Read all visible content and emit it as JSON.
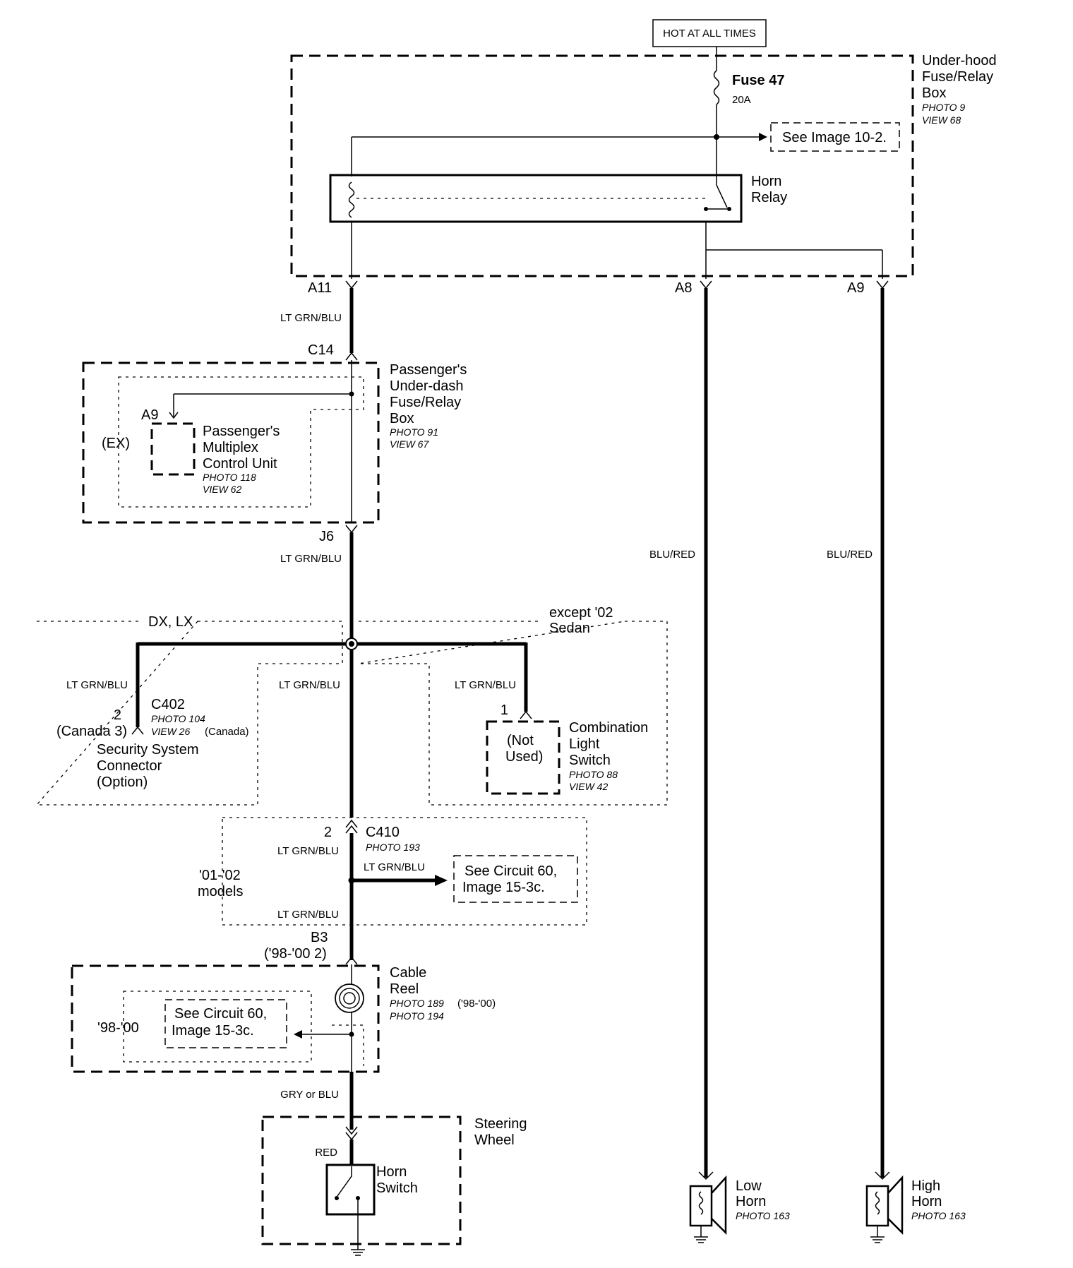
{
  "hot": "HOT AT ALL TIMES",
  "underhood": {
    "l1": "Under-hood",
    "l2": "Fuse/Relay",
    "l3": "Box",
    "photo": "PHOTO 9",
    "view": "VIEW 68"
  },
  "fuse": {
    "name": "Fuse 47",
    "rating": "20A"
  },
  "see_image": "See Image 10-2.",
  "horn_relay": {
    "l1": "Horn",
    "l2": "Relay"
  },
  "pins": {
    "a11": "A11",
    "a8": "A8",
    "a9": "A9",
    "c14": "C14",
    "j6": "J6",
    "b3": "B3",
    "b3_note": "('98-'00 2)",
    "mpcu_a9": "A9",
    "sec_pin": "2",
    "sec_pin2": "(Canada 3)",
    "comb_pin": "1",
    "c410_pin": "2"
  },
  "wires": {
    "w1": "LT GRN/BLU",
    "w2": "LT GRN/BLU",
    "w3": "LT GRN/BLU",
    "w4": "LT GRN/BLU",
    "w5": "LT GRN/BLU",
    "w6": "LT GRN/BLU",
    "w7": "LT GRN/BLU",
    "w8": "LT GRN/BLU",
    "blured1": "BLU/RED",
    "blured2": "BLU/RED",
    "gry": "GRY or BLU",
    "red": "RED"
  },
  "underdash": {
    "l1": "Passenger's",
    "l2": "Under-dash",
    "l3": "Fuse/Relay",
    "l4": "Box",
    "photo": "PHOTO 91",
    "view": "VIEW 67"
  },
  "mpcu": {
    "ex": "(EX)",
    "l1": "Passenger's",
    "l2": "Multiplex",
    "l3": "Control Unit",
    "photo": "PHOTO 118",
    "view": "VIEW 62"
  },
  "dxlx": "DX, LX",
  "except": {
    "l1": "except '02",
    "l2": "Sedan"
  },
  "c402": {
    "name": "C402",
    "photo": "PHOTO 104",
    "view": "VIEW 26",
    "canada": "(Canada)"
  },
  "security": {
    "l1": "Security System",
    "l2": "Connector",
    "l3": "(Option)"
  },
  "notused": {
    "l1": "(Not",
    "l2": "Used)"
  },
  "combination": {
    "l1": "Combination",
    "l2": "Light",
    "l3": "Switch",
    "photo": "PHOTO 88",
    "view": "VIEW 42"
  },
  "c410": {
    "name": "C410",
    "photo": "PHOTO 193"
  },
  "models": {
    "l1": "'01-'02",
    "l2": "models"
  },
  "see_c60a": {
    "l1": "See Circuit 60,",
    "l2": "Image 15-3c."
  },
  "see_c60b": {
    "l1": "See Circuit 60,",
    "l2": "Image 15-3c."
  },
  "y9800": "'98-'00",
  "cable": {
    "l1": "Cable",
    "l2": "Reel",
    "photo1": "PHOTO 189",
    "photo1b": "('98-'00)",
    "photo2": "PHOTO 194"
  },
  "steering": {
    "l1": "Steering",
    "l2": "Wheel"
  },
  "horn_switch": {
    "l1": "Horn",
    "l2": "Switch"
  },
  "low_horn": {
    "l1": "Low",
    "l2": "Horn",
    "photo": "PHOTO 163"
  },
  "high_horn": {
    "l1": "High",
    "l2": "Horn",
    "photo": "PHOTO 163"
  }
}
